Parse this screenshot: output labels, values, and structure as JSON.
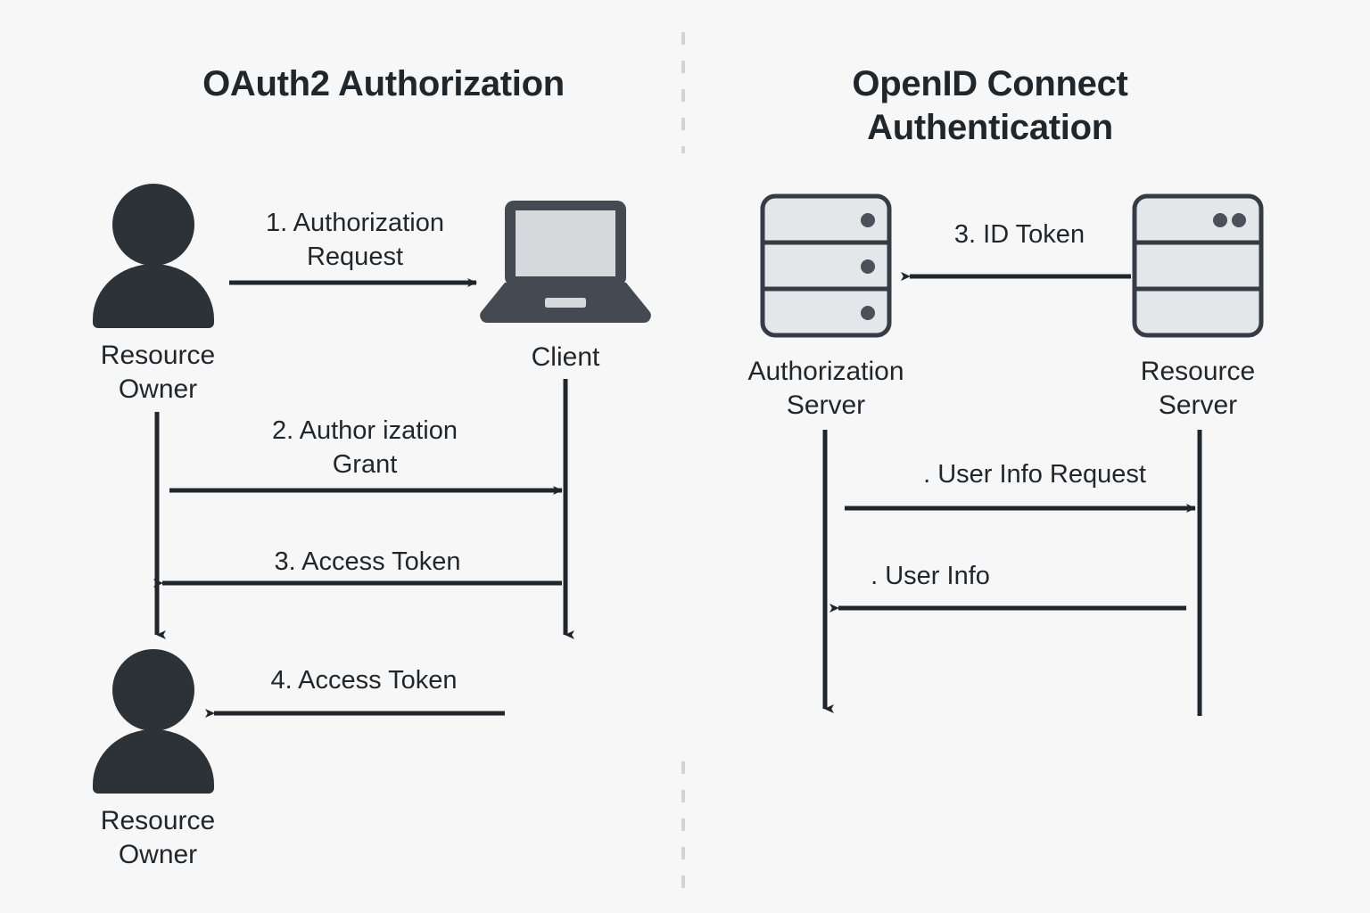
{
  "diagram": {
    "background_color": "#f7f7f7",
    "ink_color": "#1f262c",
    "icon_dark_color": "#2c3338",
    "icon_light_color": "#e4e7e9",
    "laptop_body_color": "#434a52",
    "laptop_screen_color": "#d6d9dc",
    "divider_color": "#ced4d8"
  },
  "left_panel": {
    "title": "OAuth2 Authorization",
    "nodes": [
      {
        "id": "resource-owner-top",
        "label": "Resource\nOwner",
        "icon": "person-icon"
      },
      {
        "id": "client",
        "label": "Client",
        "icon": "laptop-icon"
      },
      {
        "id": "resource-owner-bottom",
        "label": "Resource\nOwner",
        "icon": "person-icon"
      }
    ],
    "messages": [
      {
        "id": "msg-1",
        "label": "1. Authorization\nRequest",
        "direction": "right"
      },
      {
        "id": "msg-2",
        "label": "2. Author ization\nGrant",
        "direction": "right"
      },
      {
        "id": "msg-3",
        "label": "3. Access Token",
        "direction": "left"
      },
      {
        "id": "msg-4",
        "label": "4. Access Token",
        "direction": "left"
      }
    ]
  },
  "right_panel": {
    "title": "OpenID Connect\nAuthentication",
    "nodes": [
      {
        "id": "authorization-server",
        "label": "Authorization\nServer",
        "icon": "server-icon"
      },
      {
        "id": "resource-server",
        "label": "Resource\nServer",
        "icon": "server-icon"
      }
    ],
    "messages": [
      {
        "id": "msg-id-token",
        "label": "3. ID Token",
        "direction": "left"
      },
      {
        "id": "msg-user-info-request",
        "label": ". User Info Request",
        "direction": "right"
      },
      {
        "id": "msg-user-info",
        "label": ". User Info",
        "direction": "left"
      }
    ]
  }
}
